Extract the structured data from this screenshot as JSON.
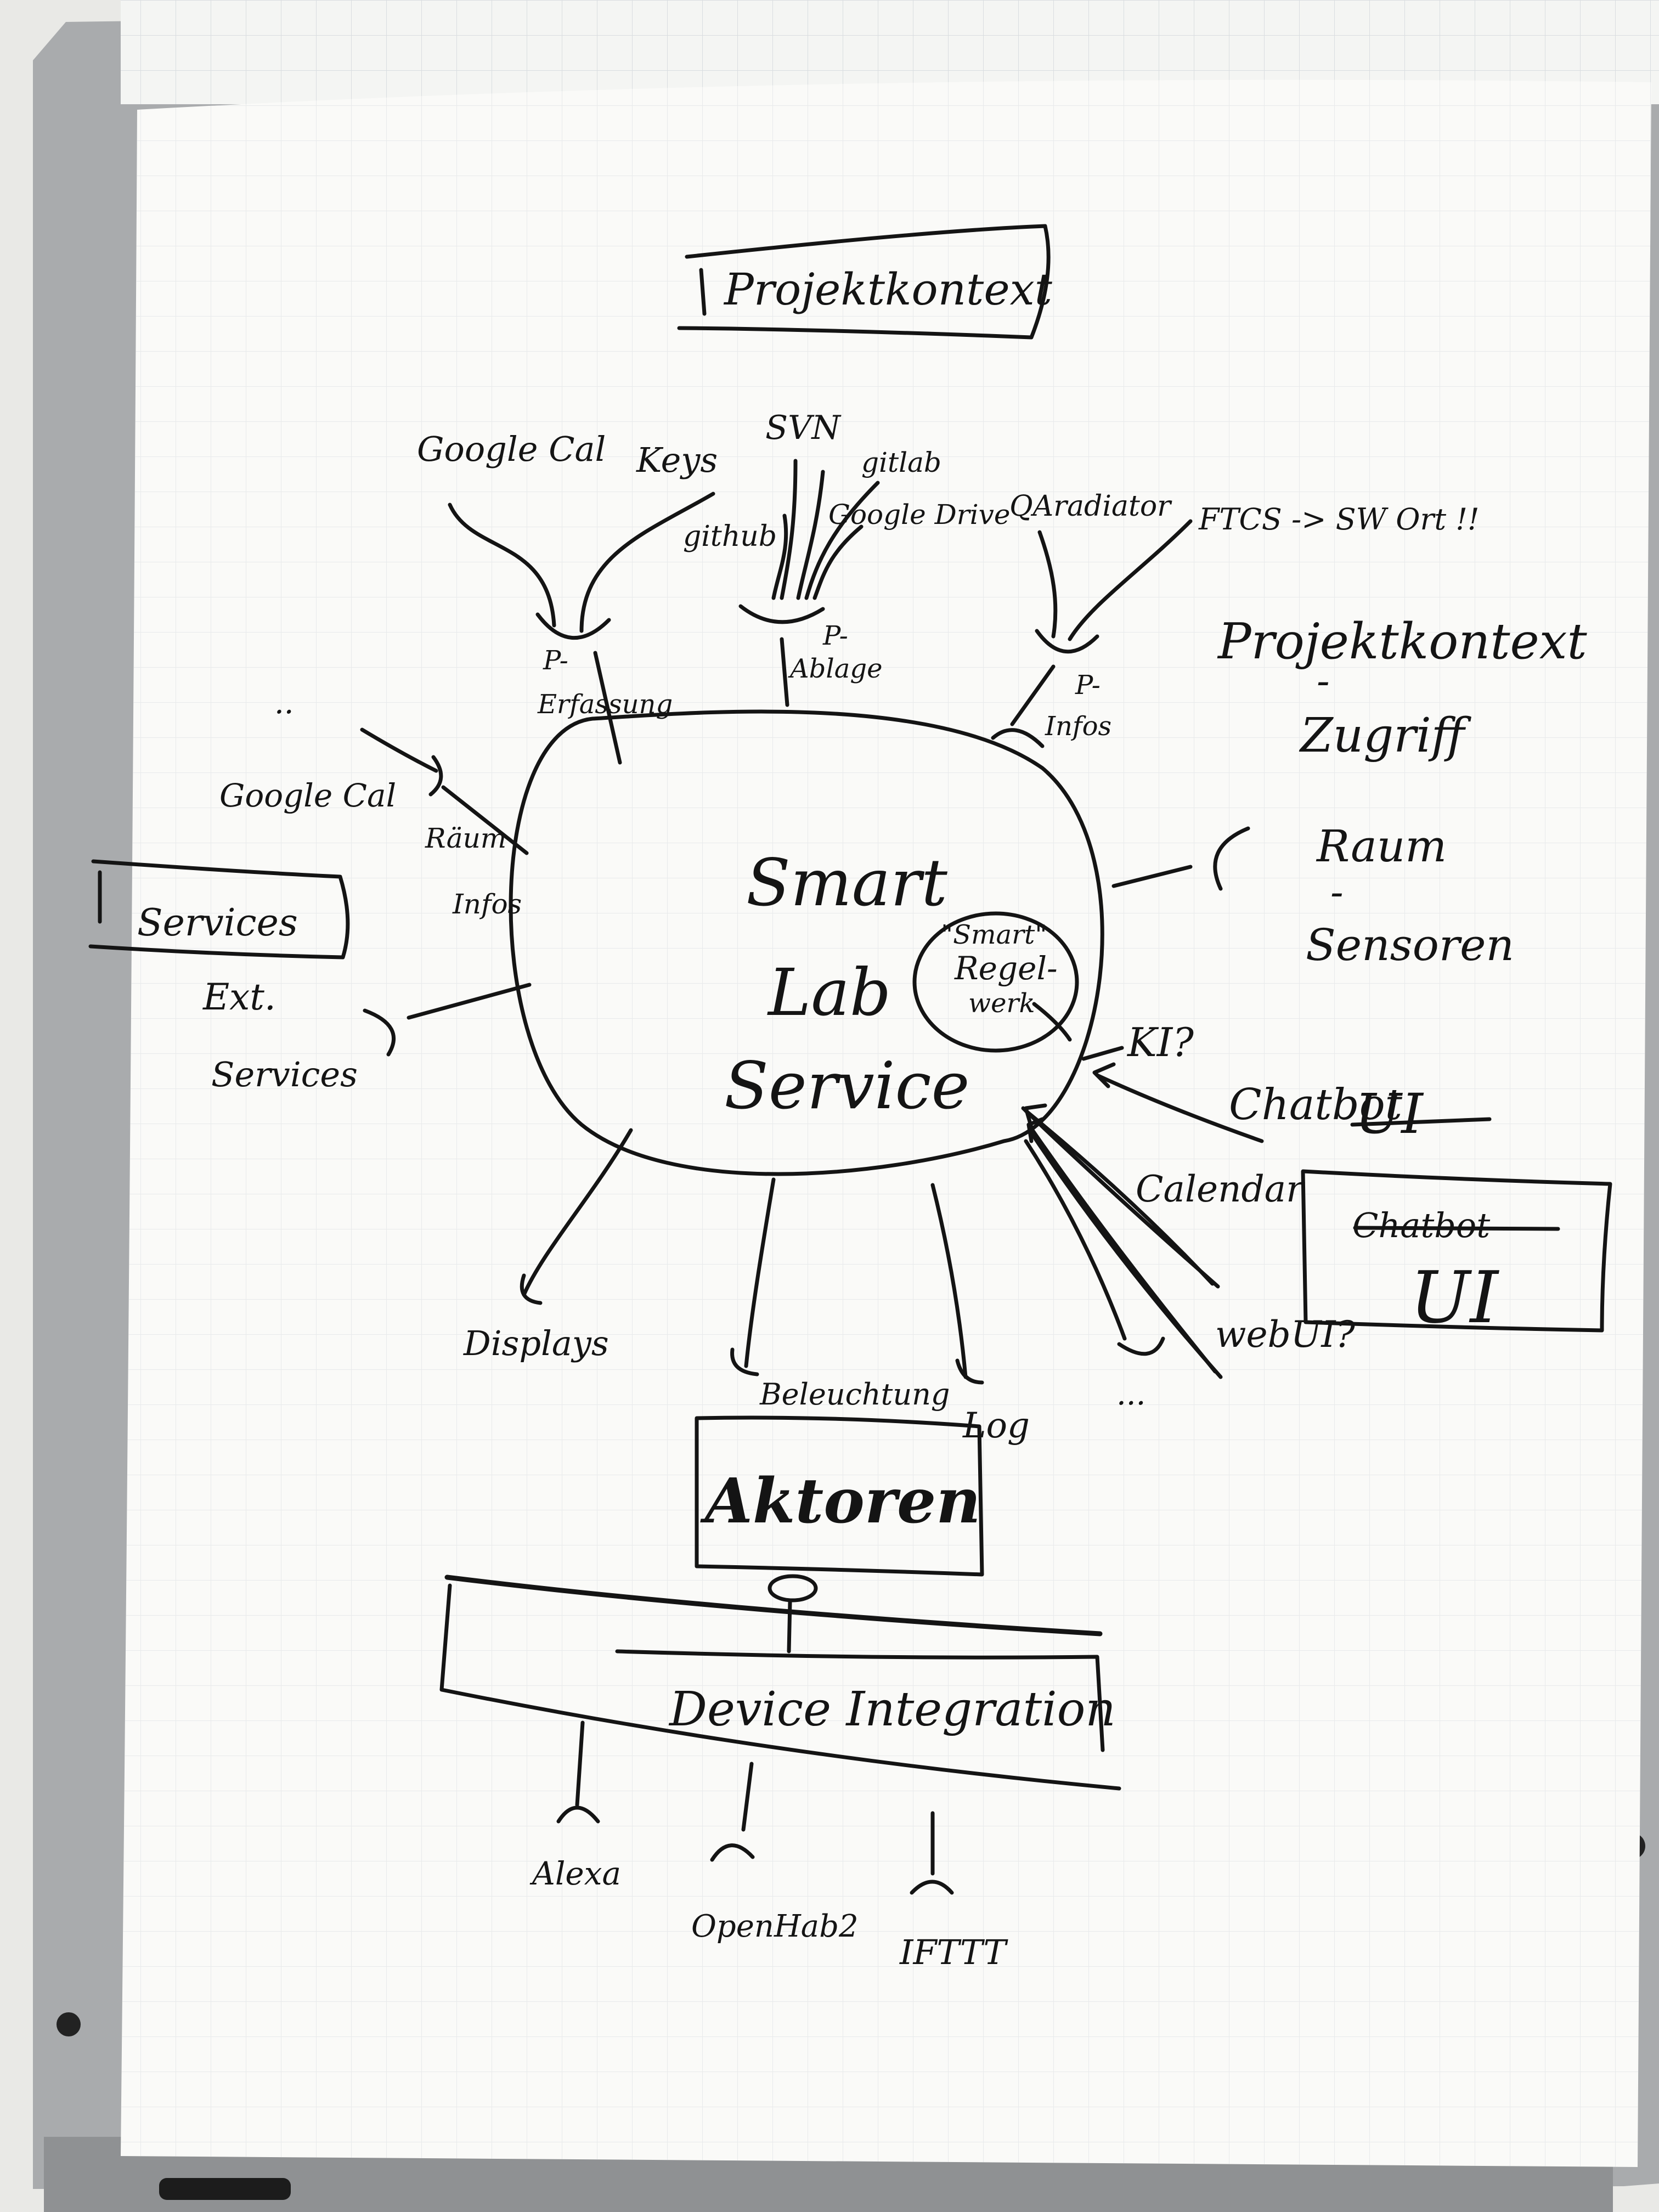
{
  "colors": {
    "ink": "#141414",
    "paper": "#fafaf8",
    "grid": "#d9dde0",
    "stand": "#a9abad"
  },
  "center": {
    "line1": "Smart",
    "line2": "Lab",
    "line3": "Service"
  },
  "regelwerk": {
    "line1": "\"Smart\"",
    "line2": "Regel-",
    "line3": "werk"
  },
  "boxes": {
    "projektkontext": "Projektkontext",
    "services": "Services",
    "aktoren": "Aktoren",
    "device_integration": "Device Integration",
    "ui_box_struck": "Chatbot",
    "ui_box": "UI"
  },
  "hubs": {
    "p_erfassung": {
      "line1": "P-",
      "line2": "Erfassung"
    },
    "p_ablage": {
      "line1": "P-",
      "line2": "Ablage"
    },
    "p_infos": {
      "line1": "P-",
      "line2": "Infos"
    },
    "raum_infos": {
      "line1": "Räum",
      "line2": "Infos"
    },
    "ext_services": {
      "line1": "Ext.",
      "line2": "Services"
    }
  },
  "sources": {
    "google_cal": "Google Cal",
    "keys": "Keys",
    "svn": "SVN",
    "gitlab": "gitlab",
    "github": "github",
    "google_drive": "Google Drive",
    "qaradiator": "QAradiator",
    "ftcs": "FTCS -> SW Ort !!",
    "ellipsis_left": "..",
    "google_cal_2": "Google Cal"
  },
  "right_notes": {
    "projektkontext_line1": "Projektkontext",
    "projektkontext_dash": "-",
    "projektkontext_line2": "Zugriff",
    "raum_line1": "Raum",
    "raum_dash": "-",
    "raum_line2": "Sensoren"
  },
  "inputs": {
    "ki": "KI?",
    "chatbot": "Chatbot",
    "ui_struck": "UI",
    "calendar": "Calendar",
    "webui": "webUI?"
  },
  "outputs": {
    "displays": "Displays",
    "beleuchtung": "Beleuchtung",
    "log": "Log",
    "ellipsis": "..."
  },
  "devices": {
    "alexa": "Alexa",
    "openhab": "OpenHab2",
    "ifttt": "IFTTT"
  }
}
